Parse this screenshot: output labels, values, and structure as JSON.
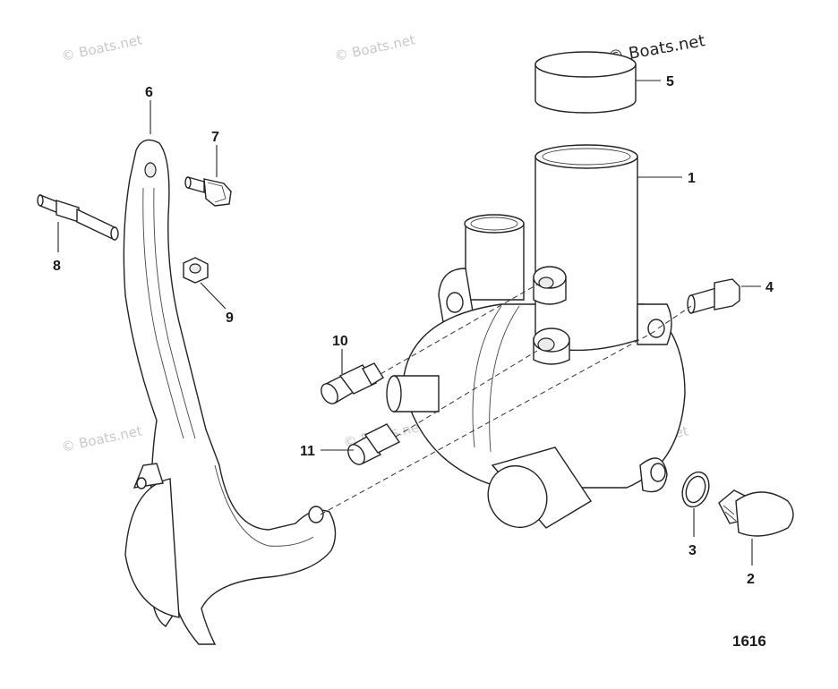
{
  "copyright": "© Boats.net",
  "watermark": "© Boats.net",
  "diagram_id": "1616",
  "callouts": [
    "1",
    "2",
    "3",
    "4",
    "5",
    "6",
    "7",
    "8",
    "9",
    "10",
    "11"
  ]
}
